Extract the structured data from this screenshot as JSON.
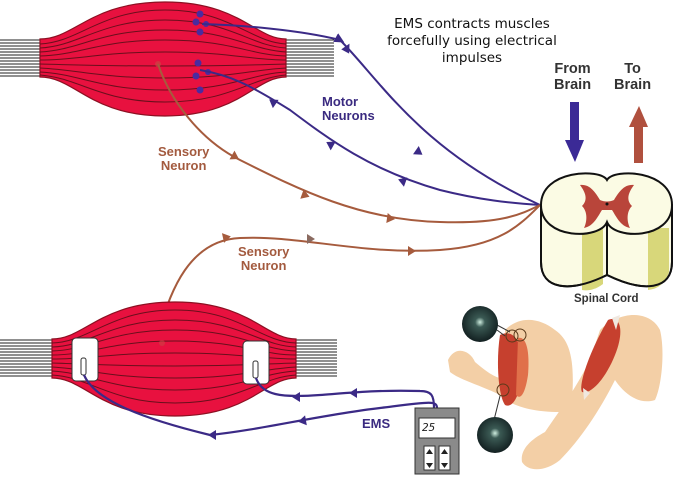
{
  "title": {
    "line1": "EMS contracts muscles",
    "line2": "forcefully using electrical",
    "line3": "impulses"
  },
  "labels": {
    "motor_line1": "Motor",
    "motor_line2": "Neurons",
    "sensory_upper_line1": "Sensory",
    "sensory_upper_line2": "Neuron",
    "sensory_lower_line1": "Sensory",
    "sensory_lower_line2": "Neuron",
    "from_line1": "From",
    "from_line2": "Brain",
    "to_line1": "To",
    "to_line2": "Brain",
    "spinal_cord": "Spinal Cord",
    "ems": "EMS"
  },
  "ems_device": {
    "display_value": "25",
    "controls": [
      "up-down-arrows",
      "up-down-arrows"
    ]
  },
  "colors": {
    "muscle": "#e8113f",
    "muscle_fiber": "#6a0f1c",
    "motor_neuron": "#3b2a86",
    "sensory_neuron": "#a65b3d",
    "from_brain_arrow": "#3b2a96",
    "to_brain_arrow": "#b0503e",
    "spinal_white_matter": "#fbfbe4",
    "spinal_grey_matter": "#b9453a",
    "spinal_side": "#d8d77a",
    "skin": "#f3cfa6",
    "neuron_cell_bg": "#1b2d2c"
  },
  "icons": [
    "muscle-upper",
    "muscle-lower",
    "spinal-cord",
    "ems-device",
    "neuron-cell-circle",
    "arm-flexed",
    "arm-extended"
  ]
}
